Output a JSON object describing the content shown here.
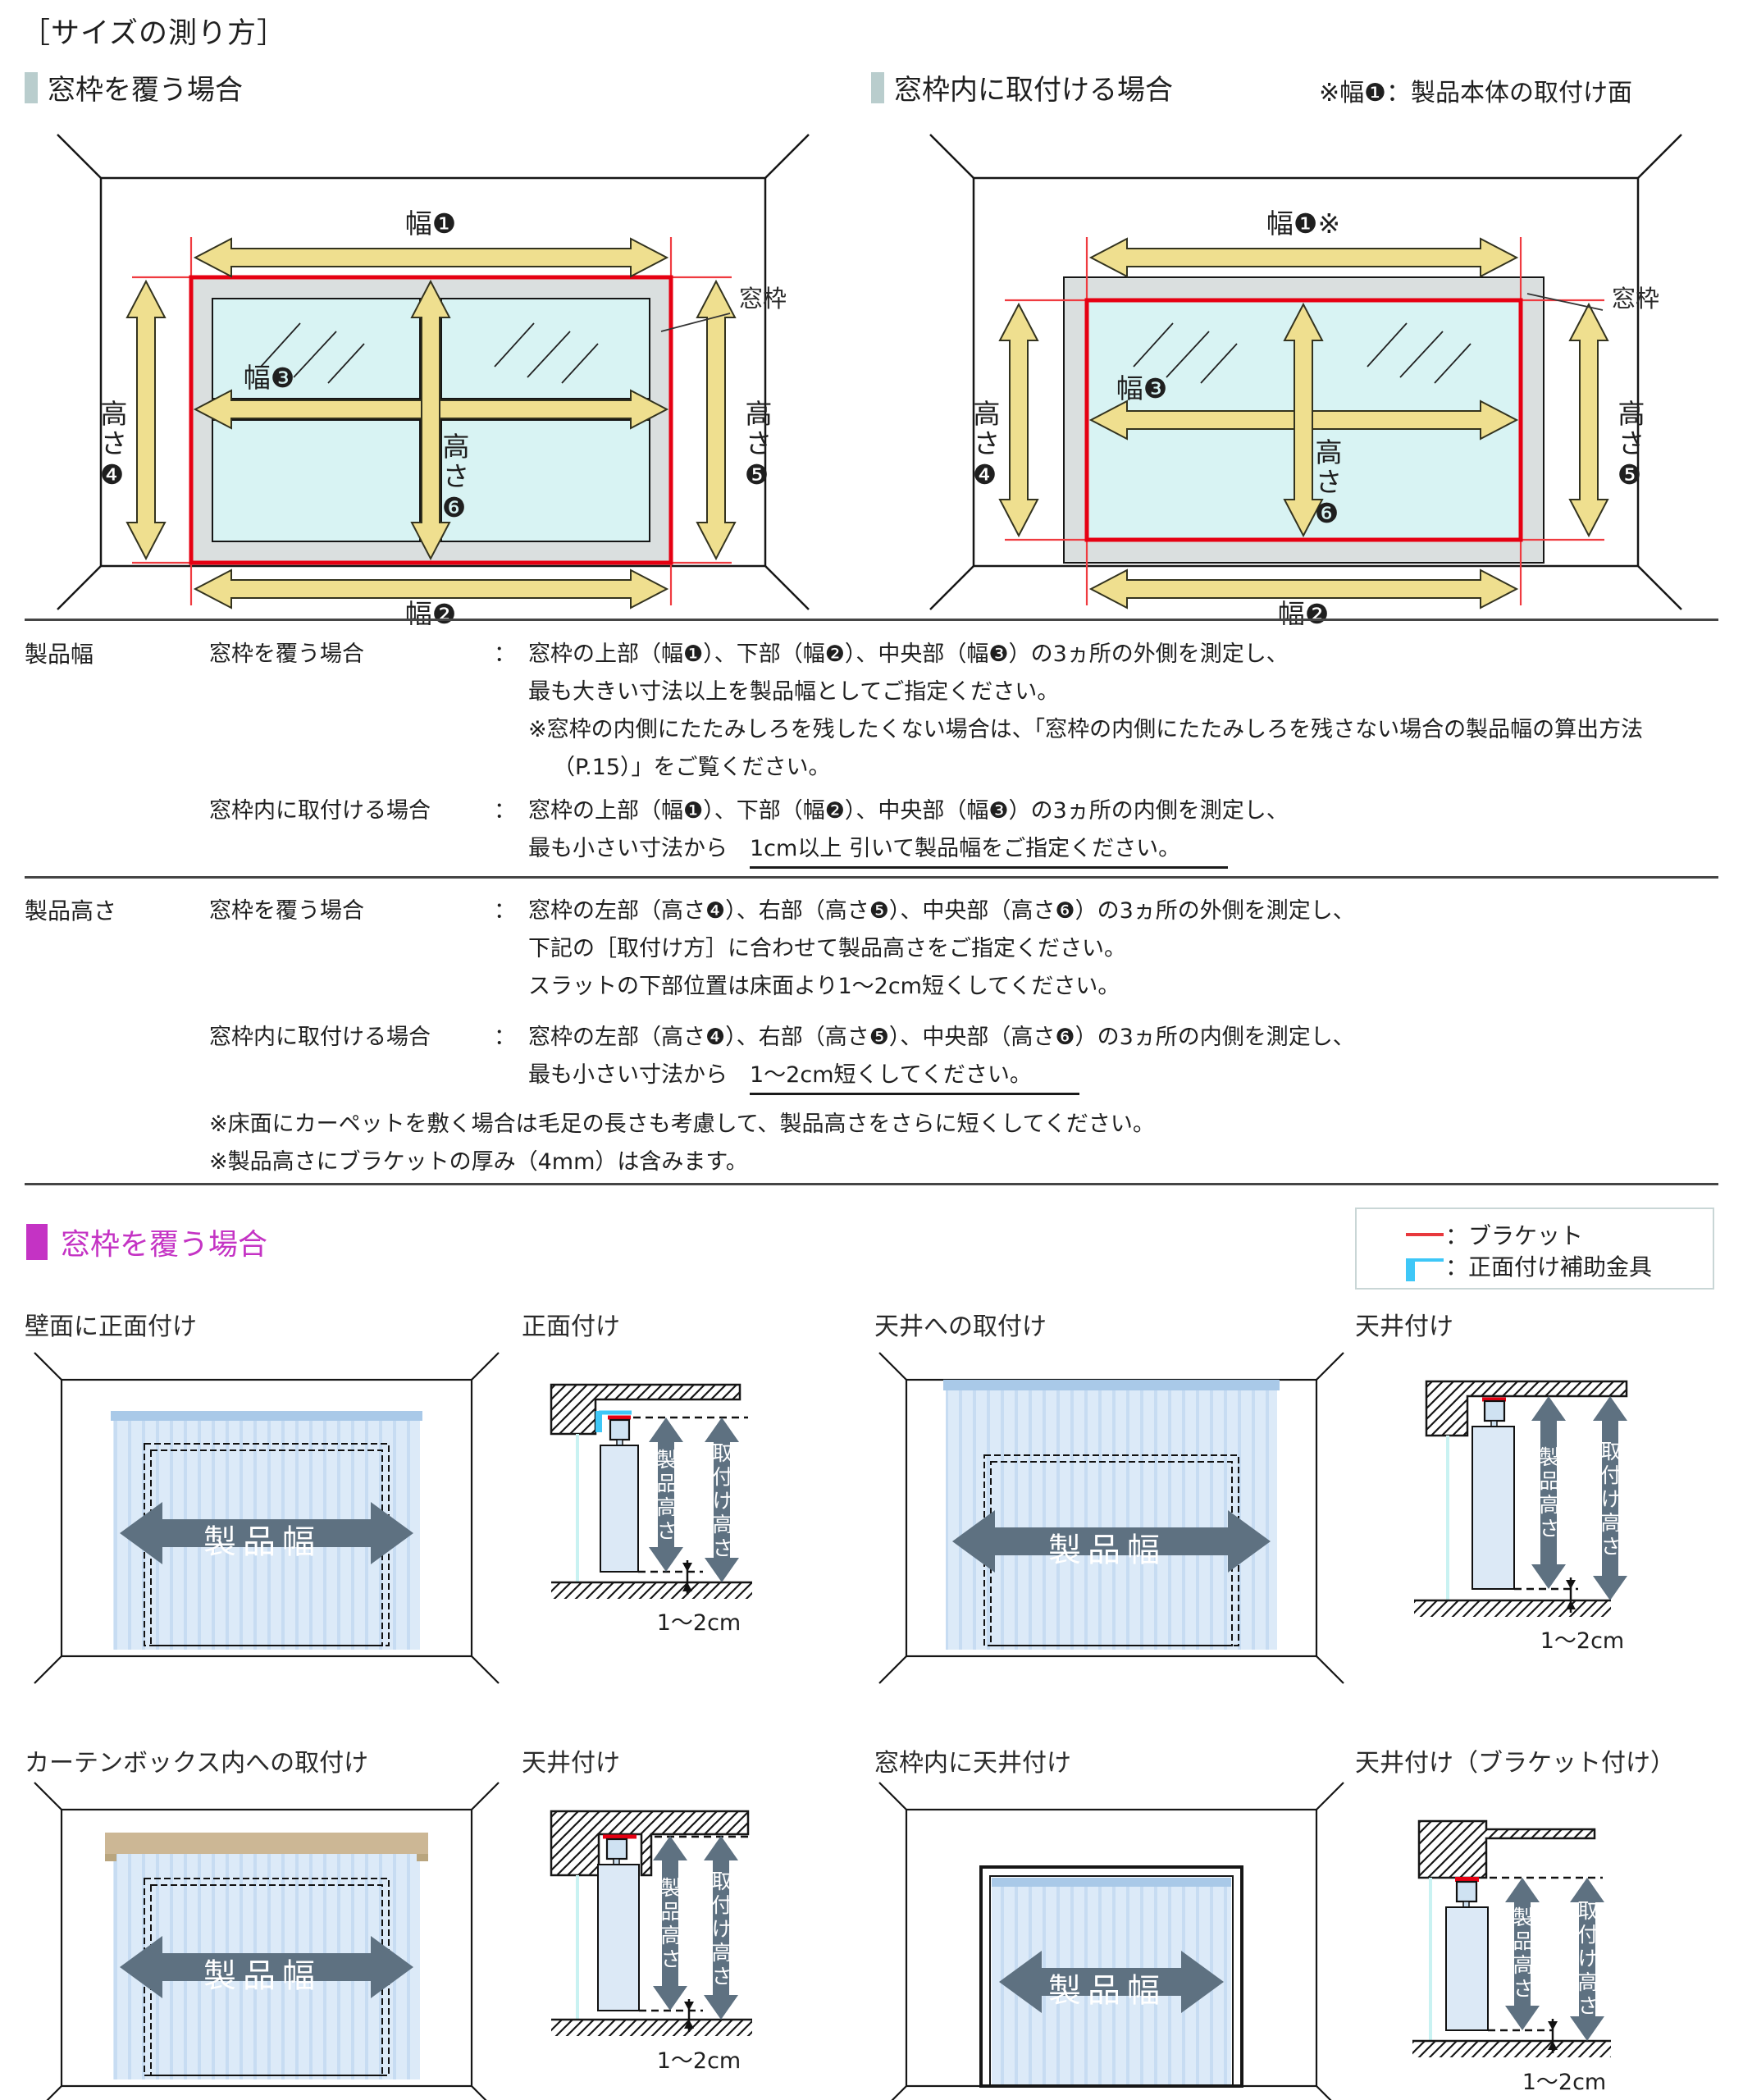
{
  "page_title": "［サイズの測り方］",
  "measure_section": {
    "cover_header": "窓枠を覆う場合",
    "inside_header": "窓枠内に取付ける場合",
    "width1_note": "※幅❶：製品本体の取付け面",
    "diagram_labels": {
      "width1": "幅❶",
      "width1_starred": "幅❶※",
      "width2": "幅❷",
      "width3": "幅❸",
      "height4": "高さ❹",
      "height5": "高さ❺",
      "height6": "高さ❻",
      "window_frame": "窓枠"
    }
  },
  "spec_table": {
    "rows": [
      {
        "param": "製品幅",
        "cases": [
          {
            "label": "窓枠を覆う場合",
            "colon": "：",
            "lines": [
              "窓枠の上部（幅❶）、下部（幅❷）、中央部（幅❸）の3ヵ所の外側を測定し、",
              "最も大きい寸法以上を製品幅としてご指定ください。",
              "※窓枠の内側にたたみしろを残したくない場合は、「窓枠の内側にたたみしろを残さない場合の製品幅の算出方法",
              "（P.15）」をご覧ください。"
            ]
          },
          {
            "label": "窓枠内に取付ける場合",
            "colon": "：",
            "lines": [
              "窓枠の上部（幅❶）、下部（幅❷）、中央部（幅❸）の3ヵ所の内側を測定し、"
            ],
            "tail_prefix": "最も小さい寸法から　",
            "tail_underlined": "1cm以上 引いて製品幅をご指定ください。"
          }
        ]
      },
      {
        "param": "製品高さ",
        "cases": [
          {
            "label": "窓枠を覆う場合",
            "colon": "：",
            "lines": [
              "窓枠の左部（高さ❹）、右部（高さ❺）、中央部（高さ❻）の3ヵ所の外側を測定し、",
              "下記の［取付け方］に合わせて製品高さをご指定ください。",
              "スラットの下部位置は床面より1～2cm短くしてください。"
            ]
          },
          {
            "label": "窓枠内に取付ける場合",
            "colon": "：",
            "lines": [
              "窓枠の左部（高さ❹）、右部（高さ❺）、中央部（高さ❻）の3ヵ所の内側を測定し、"
            ],
            "tail_prefix": "最も小さい寸法から　",
            "tail_underlined": "1～2cm短くしてください。"
          }
        ]
      }
    ],
    "notes": [
      "※床面にカーペットを敷く場合は毛足の長さも考慮して、製品高さをさらに短くしてください。",
      "※製品高さにブラケットの厚み（4mm）は含みます。"
    ]
  },
  "mount_section": {
    "header": "窓枠を覆う場合",
    "legend": {
      "bracket_label": "：ブラケット",
      "aux_label": "：正面付け補助金具"
    },
    "labels": {
      "product_width": "製品幅",
      "product_height": "製品高さ",
      "mount_height": "取付け高さ",
      "gap": "1～2cm"
    },
    "diagrams": {
      "r1c1": "壁面に正面付け",
      "r1c2": "正面付け",
      "r1c3": "天井への取付け",
      "r1c4": "天井付け",
      "r2c1": "カーテンボックス内への取付け",
      "r2c2": "天井付け",
      "r2c3": "窓枠内に天井付け",
      "r2c4": "天井付け（ブラケット付け）"
    }
  },
  "colors": {
    "accent_magenta": "#c433c4",
    "arrow_yellow": "#efdf8f",
    "frame_red": "#e60012",
    "aux_bracket_cyan": "#3ec7f7",
    "dim_arrow_gray": "#5e7181",
    "glass_cyan": "#d8f3f3",
    "blind_blue": "#dceaf8",
    "curtain_box_tan": "#ccb795"
  }
}
